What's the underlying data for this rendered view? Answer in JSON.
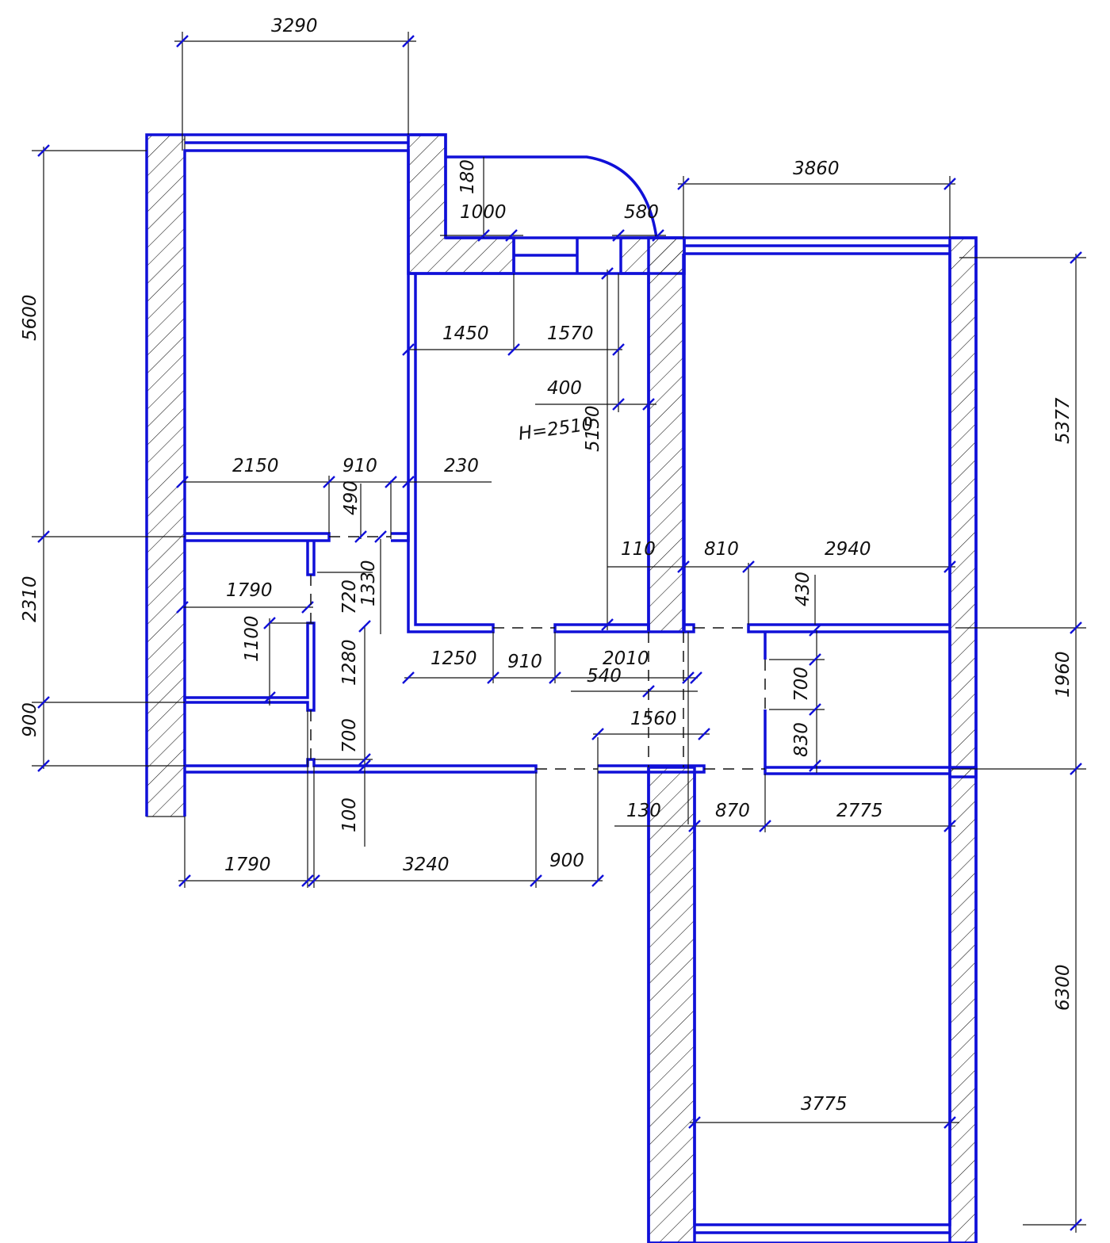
{
  "colors": {
    "wall": "#1010d8",
    "dimension_line": "#111111",
    "text": "#111111",
    "hatch": "#111111",
    "background": "#ffffff"
  },
  "plan": {
    "height_label": "H=2510",
    "dimensions": [
      "3290",
      "5600",
      "2310",
      "900",
      "1000",
      "180",
      "580",
      "3860",
      "1450",
      "1570",
      "400",
      "5150",
      "2150",
      "910",
      "490",
      "230",
      "1790",
      "720",
      "1330",
      "1100",
      "1280",
      "700",
      "5377",
      "110",
      "810",
      "2940",
      "430",
      "1250",
      "910",
      "2010",
      "540",
      "700",
      "1960",
      "830",
      "1560",
      "130",
      "870",
      "2775",
      "100",
      "1790",
      "3240",
      "900",
      "6300",
      "3775"
    ]
  }
}
